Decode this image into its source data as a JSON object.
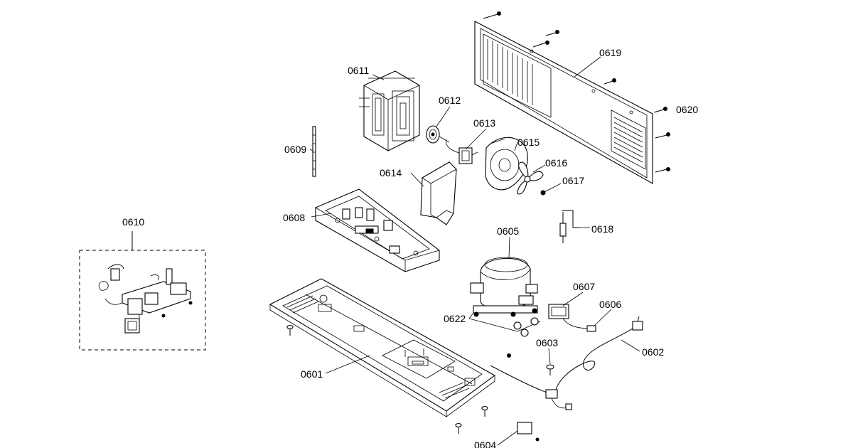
{
  "diagram": {
    "labels": {
      "p0601": "0601",
      "p0602": "0602",
      "p0603": "0603",
      "p0604": "0604",
      "p0605": "0605",
      "p0606": "0606",
      "p0607": "0607",
      "p0608": "0608",
      "p0609": "0609",
      "p0610": "0610",
      "p0611": "0611",
      "p0612": "0612",
      "p0613": "0613",
      "p0614": "0614",
      "p0615": "0615",
      "p0616": "0616",
      "p0617": "0617",
      "p0618": "0618",
      "p0619": "0619",
      "p0620": "0620",
      "p0622": "0622"
    }
  }
}
